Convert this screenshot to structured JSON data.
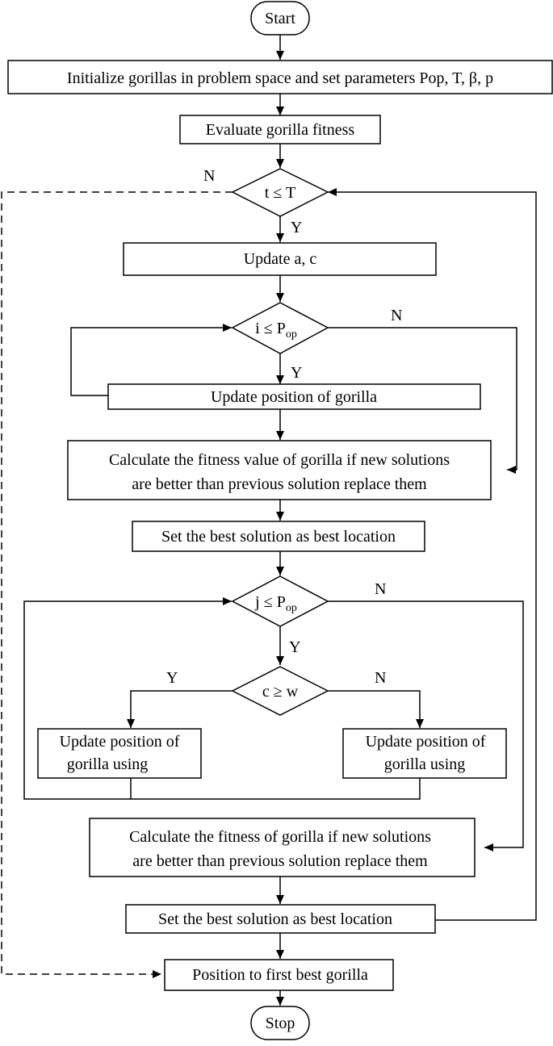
{
  "nodes": {
    "start": "Start",
    "init": "Initialize gorillas in problem space and set parameters Pop, T, β, p",
    "evaluate": "Evaluate gorilla fitness",
    "cond_t": "t ≤ T",
    "update_ac": "Update a, c",
    "cond_i_main": "i ≤ P",
    "cond_i_sub": "op",
    "update_pos": "Update position of gorilla",
    "calc1_line1": "Calculate the fitness value of gorilla if new solutions",
    "calc1_line2": "are better than previous solution replace them",
    "setbest1": "Set the best solution as best location",
    "cond_j_main": "j ≤ P",
    "cond_j_sub": "op",
    "cond_c": "c ≥ w",
    "upd_left_line1": "Update position of",
    "upd_left_line2": "gorilla using",
    "upd_right_line1": "Update position of",
    "upd_right_line2": "gorilla using",
    "calc2_line1": "Calculate the fitness of gorilla if new solutions",
    "calc2_line2": "are better than previous solution replace them",
    "setbest2": "Set the best solution as best location",
    "position": "Position to first best gorilla",
    "stop": "Stop"
  },
  "edges": {
    "t_no": "N",
    "t_yes": "Y",
    "i_no": "N",
    "i_yes": "Y",
    "j_no": "N",
    "j_yes": "Y",
    "c_yes": "Y",
    "c_no": "N"
  }
}
